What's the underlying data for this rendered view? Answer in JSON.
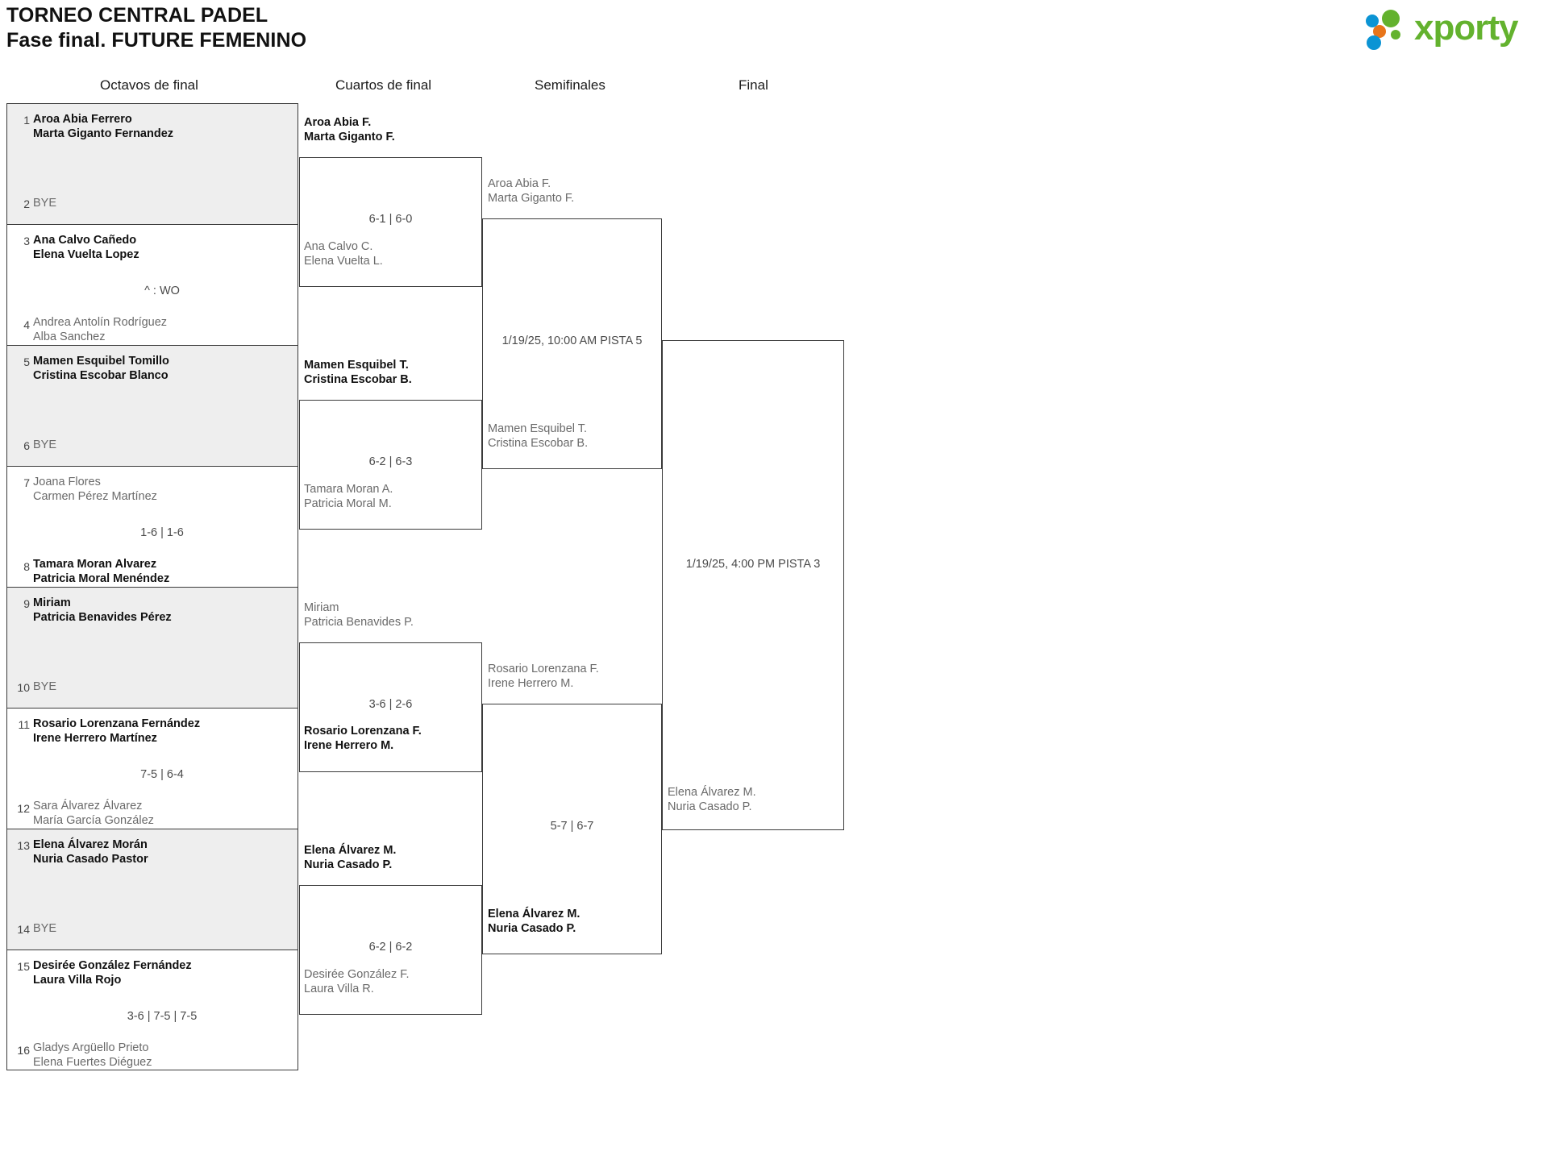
{
  "header": {
    "tournament": "TORNEO CENTRAL PADEL",
    "phase": "Fase final. FUTURE FEMENINO",
    "logo_text": "xporty",
    "logo_colors": {
      "green": "#63b22e",
      "blue": "#0b94d4",
      "orange": "#e8751a"
    }
  },
  "round_headers": [
    {
      "label": "Octavos de final"
    },
    {
      "label": "Cuartos de final"
    },
    {
      "label": "Semifinales"
    },
    {
      "label": "Final"
    }
  ],
  "rounds": {
    "octavos": [
      {
        "seed_top": "1",
        "top": {
          "p1": "Aroa Abia Ferrero",
          "p2": "Marta Giganto Fernandez",
          "winner": true
        },
        "seed_bot": "2",
        "bottom": {
          "bye": "BYE",
          "winner": false
        },
        "score": ""
      },
      {
        "seed_top": "3",
        "top": {
          "p1": "Ana Calvo Cañedo",
          "p2": "Elena Vuelta Lopez",
          "winner": true
        },
        "seed_bot": "4",
        "bottom": {
          "p1": "Andrea Antolín Rodríguez",
          "p2": "Alba Sanchez",
          "winner": false
        },
        "score": "^ : WO"
      },
      {
        "seed_top": "5",
        "top": {
          "p1": "Mamen Esquibel Tomillo",
          "p2": "Cristina Escobar Blanco",
          "winner": true
        },
        "seed_bot": "6",
        "bottom": {
          "bye": "BYE",
          "winner": false
        },
        "score": ""
      },
      {
        "seed_top": "7",
        "top": {
          "p1": "Joana Flores",
          "p2": "Carmen Pérez Martínez",
          "winner": false
        },
        "seed_bot": "8",
        "bottom": {
          "p1": "Tamara Moran Alvarez",
          "p2": "Patricia Moral Menéndez",
          "winner": true
        },
        "score": "1-6 | 1-6"
      },
      {
        "seed_top": "9",
        "top": {
          "p1": "Miriam",
          "p2": "Patricia Benavides Pérez",
          "winner": true
        },
        "seed_bot": "10",
        "bottom": {
          "bye": "BYE",
          "winner": false
        },
        "score": ""
      },
      {
        "seed_top": "11",
        "top": {
          "p1": "Rosario Lorenzana Fernández",
          "p2": "Irene Herrero Martínez",
          "winner": true
        },
        "seed_bot": "12",
        "bottom": {
          "p1": "Sara Álvarez Álvarez",
          "p2": "María García González",
          "winner": false
        },
        "score": "7-5 | 6-4"
      },
      {
        "seed_top": "13",
        "top": {
          "p1": "Elena Álvarez Morán",
          "p2": "Nuria Casado Pastor",
          "winner": true
        },
        "seed_bot": "14",
        "bottom": {
          "bye": "BYE",
          "winner": false
        },
        "score": ""
      },
      {
        "seed_top": "15",
        "top": {
          "p1": "Desirée González Fernández",
          "p2": "Laura Villa Rojo",
          "winner": true
        },
        "seed_bot": "16",
        "bottom": {
          "p1": "Gladys Argüello Prieto",
          "p2": "Elena Fuertes Diéguez",
          "winner": false
        },
        "score": "3-6 | 7-5 | 7-5"
      }
    ],
    "cuartos": [
      {
        "top": {
          "p1": "Aroa Abia F.",
          "p2": "Marta Giganto F.",
          "winner": true
        },
        "bottom": {
          "p1": "Ana Calvo C.",
          "p2": "Elena Vuelta L.",
          "winner": false
        },
        "score": "6-1 | 6-0"
      },
      {
        "top": {
          "p1": "Mamen Esquibel T.",
          "p2": "Cristina Escobar B.",
          "winner": true
        },
        "bottom": {
          "p1": "Tamara Moran A.",
          "p2": "Patricia Moral M.",
          "winner": false
        },
        "score": "6-2 | 6-3"
      },
      {
        "top": {
          "p1": "Miriam",
          "p2": "Patricia Benavides P.",
          "winner": false
        },
        "bottom": {
          "p1": "Rosario Lorenzana F.",
          "p2": "Irene Herrero M.",
          "winner": true
        },
        "score": "3-6 | 2-6"
      },
      {
        "top": {
          "p1": "Elena Álvarez M.",
          "p2": "Nuria Casado P.",
          "winner": true
        },
        "bottom": {
          "p1": "Desirée González F.",
          "p2": "Laura Villa R.",
          "winner": false
        },
        "score": "6-2 | 6-2"
      }
    ],
    "semifinales": [
      {
        "top": {
          "p1": "Aroa Abia F.",
          "p2": "Marta Giganto F.",
          "winner": false
        },
        "bottom": {
          "p1": "Mamen Esquibel T.",
          "p2": "Cristina Escobar B.",
          "winner": false
        },
        "score": "1/19/25, 10:00 AM PISTA 5"
      },
      {
        "top": {
          "p1": "Rosario Lorenzana F.",
          "p2": "Irene Herrero M.",
          "winner": false
        },
        "bottom": {
          "p1": "Elena Álvarez M.",
          "p2": "Nuria Casado P.",
          "winner": true
        },
        "score": "5-7 | 6-7"
      }
    ],
    "final": [
      {
        "top": {
          "p1": "",
          "p2": "",
          "winner": false
        },
        "bottom": {
          "p1": "Elena Álvarez M.",
          "p2": "Nuria Casado P.",
          "winner": false
        },
        "score": "1/19/25, 4:00 PM PISTA 3"
      }
    ]
  }
}
